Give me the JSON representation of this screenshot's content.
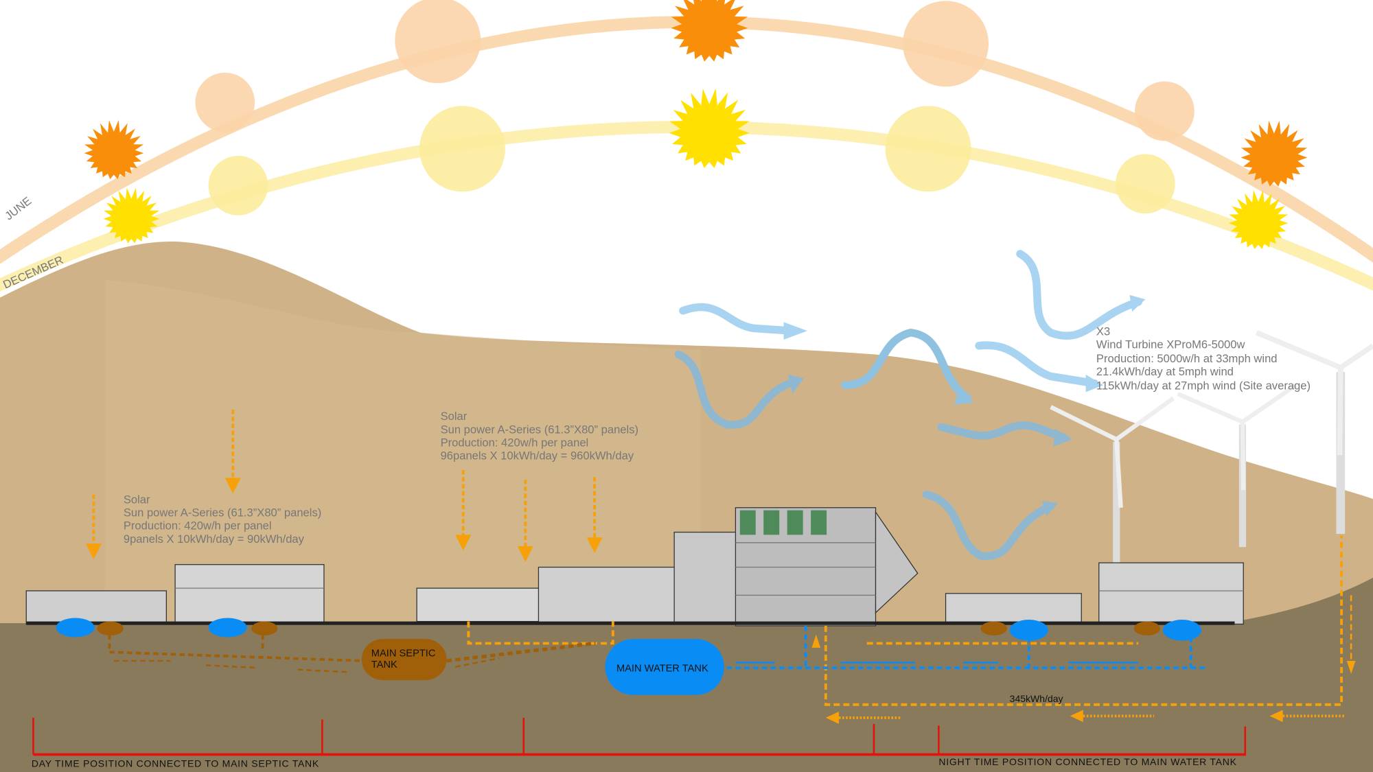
{
  "sun_paths": {
    "june_label": "JUNE",
    "december_label": "DECEMBER"
  },
  "solar_left": {
    "title": "Solar",
    "line1": "Sun power A-Series (61.3”X80” panels)",
    "line2": "Production: 420w/h per panel",
    "line3": "9panels X 10kWh/day = 90kWh/day"
  },
  "solar_center": {
    "title": "Solar",
    "line1": "Sun power A-Series (61.3”X80” panels)",
    "line2": "Production: 420w/h per panel",
    "line3": "96panels X 10kWh/day = 960kWh/day"
  },
  "wind": {
    "count": "X3",
    "line1": "Wind Turbine XProM6-5000w",
    "line2": "Production: 5000w/h at 33mph wind",
    "line3": "21.4kWh/day at 5mph wind",
    "line4": "115kWh/day at 27mph wind (Site average)"
  },
  "tanks": {
    "septic_line1": "MAIN SEPTIC",
    "septic_line2": "TANK",
    "water": "MAIN WATER TANK"
  },
  "energy_total": "345kWh/day",
  "timeline": {
    "day": "DAY TIME POSITION CONNECTED TO MAIN SEPTIC TANK",
    "night": "NIGHT TIME POSITION CONNECTED TO MAIN WATER TANK"
  },
  "colors": {
    "sand": "#cfb287",
    "ground": "#8a7a5c",
    "orange": "#f7a10a",
    "water": "#0a8cf5",
    "septic": "#a0600a",
    "timeline": "#e3120b",
    "wind": "#9fd0f2"
  }
}
